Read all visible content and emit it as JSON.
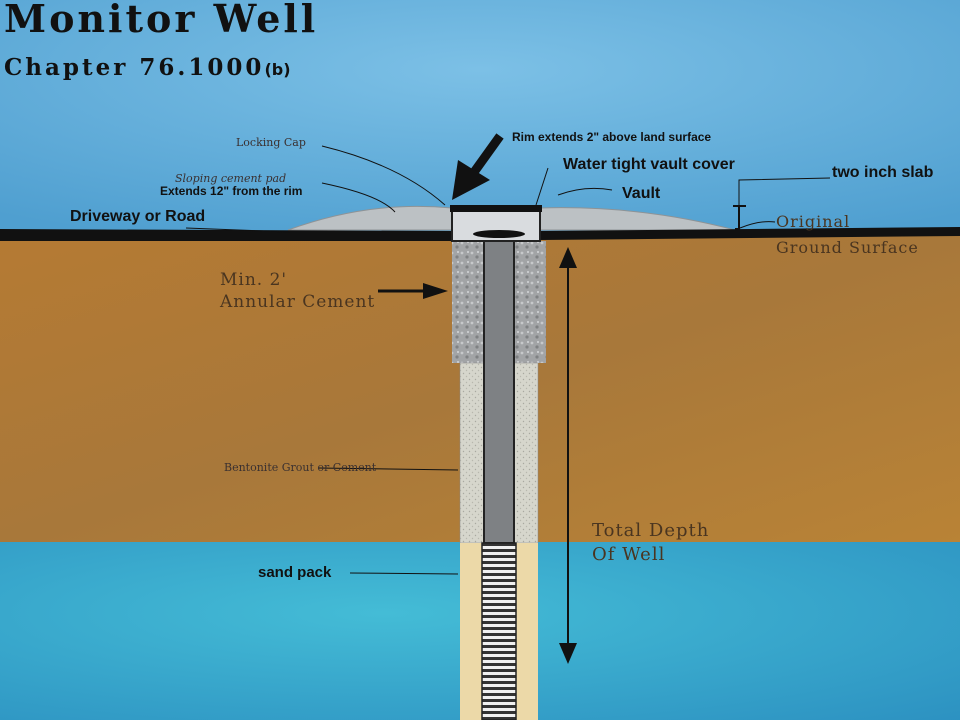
{
  "diagram": {
    "title": "Monitor Well",
    "subtitle": "Chapter 76.1000",
    "subtitle_suffix": "(b)",
    "labels": {
      "locking_cap": "Locking Cap",
      "rim_extends": "Rim extends 2\" above land surface",
      "vault_cover": "Water tight vault cover",
      "two_inch_slab": "two inch slab",
      "vault": "Vault",
      "sloping_pad_line1": "Sloping cement pad",
      "sloping_pad_line2": "Extends 12\" from the rim",
      "driveway": "Driveway or Road",
      "original_ground_line1": "Original",
      "original_ground_line2": "Ground Surface",
      "annular_line1": "Min. 2'",
      "annular_line2": "Annular Cement",
      "bentonite": "Bentonite Grout or Cement",
      "total_depth_line1": "Total Depth",
      "total_depth_line2": "Of Well",
      "sand_pack": "sand pack"
    },
    "colors": {
      "sky": "#5aa9d6",
      "soil": "#b07a35",
      "water": "#2fa6c8",
      "road": "#111111",
      "pad": "#b9bfc3",
      "cement": "#9a9c9e",
      "bentonite": "#d2d2c8",
      "sand": "#ecd9a8",
      "casing": "#7e8184"
    }
  }
}
